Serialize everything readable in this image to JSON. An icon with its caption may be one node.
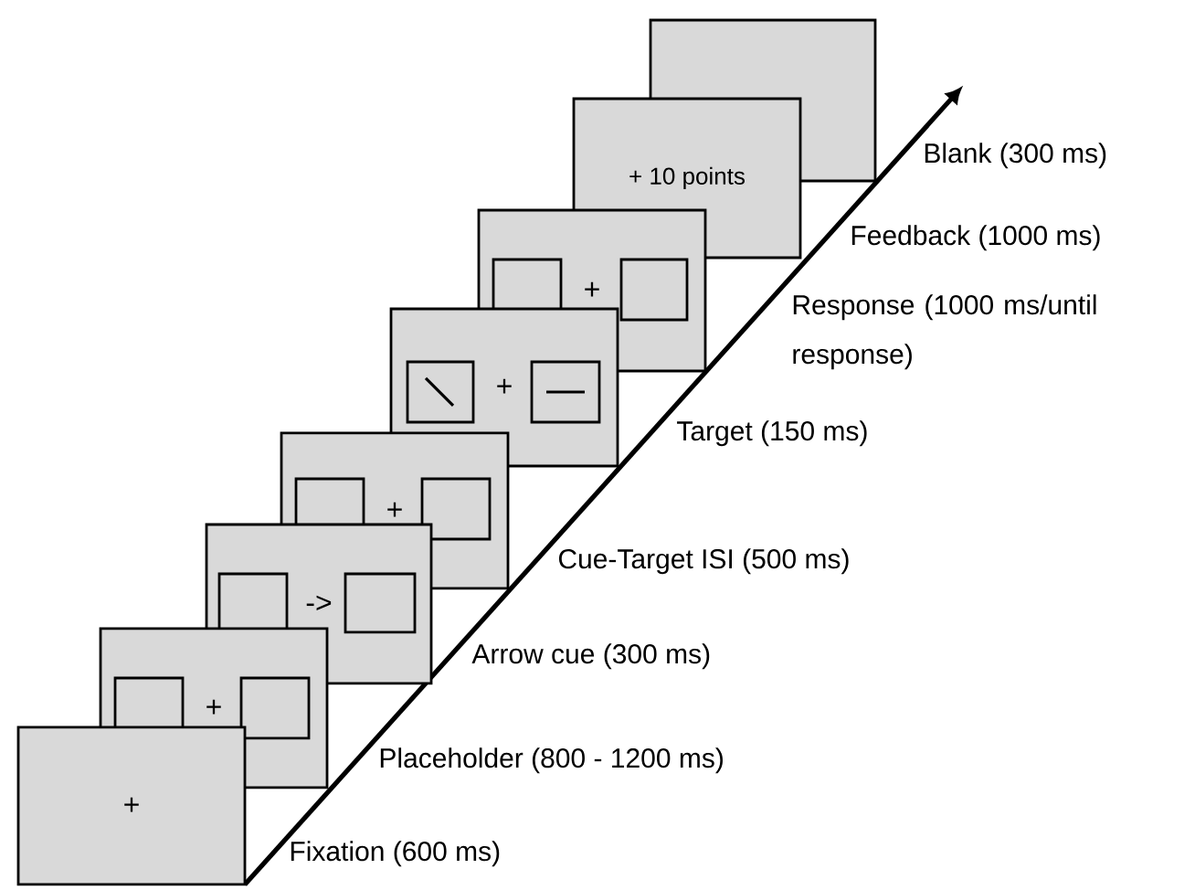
{
  "diagram": {
    "nodes": [
      {
        "text": [
          "+"
        ]
      },
      {
        "text": [
          "+"
        ]
      },
      {
        "text": [
          "->"
        ]
      },
      {
        "text": [
          "+"
        ]
      },
      {
        "text": [
          "+"
        ]
      },
      {
        "text": [
          "+"
        ]
      },
      {
        "text": [
          "+ 10 points"
        ]
      },
      {
        "text": [],
        "shape": "box"
      }
    ],
    "labels": [
      "Blank (300 ms)",
      "Feedback (1000 ms)",
      "Response (1000 ms/until response)",
      "Target (150 ms)",
      "Cue-Target ISI (500 ms)",
      "Arrow cue (300 ms)",
      "Placeholder (800 - 1200 ms)",
      "Fixation (600 ms)"
    ]
  }
}
